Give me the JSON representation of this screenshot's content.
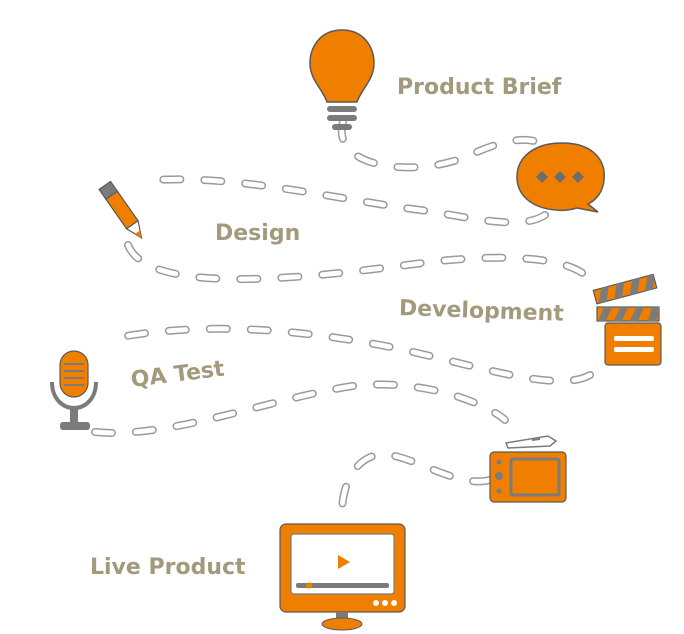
{
  "steps": [
    {
      "label": "Product Brief",
      "icon": "lightbulb-icon"
    },
    {
      "label": "Design",
      "icon": "pencil-icon"
    },
    {
      "label": "Development",
      "icon": "clapperboard-icon"
    },
    {
      "label": "QA Test",
      "icon": "microphone-icon"
    },
    {
      "label": "Live Product",
      "icon": "monitor-video-icon"
    }
  ],
  "extra_icons": [
    "chat-bubble-icon",
    "graphics-tablet-icon"
  ],
  "colors": {
    "accent": "#f07f00",
    "gray": "#7b7b7b",
    "label": "#a39a7e",
    "path_stroke": "#9a9a9a"
  }
}
